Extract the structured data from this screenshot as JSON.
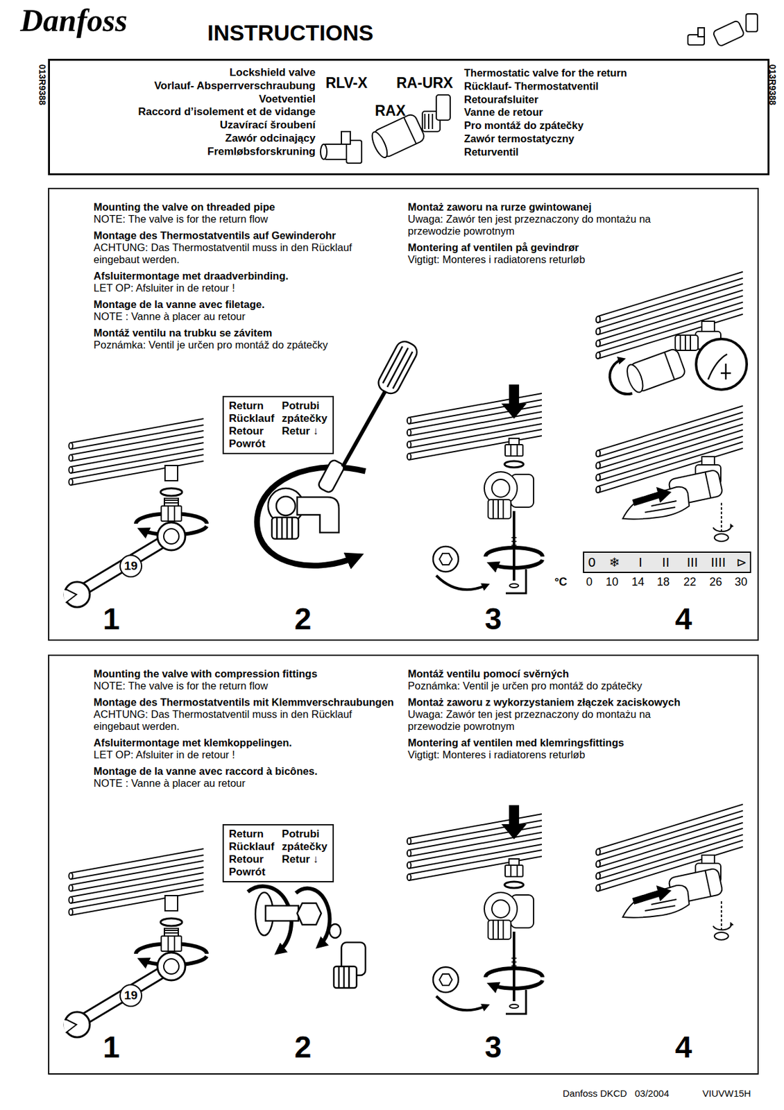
{
  "diagram": {
    "title": "INSTRUCTIONS",
    "nodes": [
      {
        "text": [
          "Lockshield valve",
          "Vorlauf- Absperrverschraubung",
          "Voetventiel",
          "Raccord d’isolement et de vidange",
          "Uzavírací šroubení",
          "Zawór odcinający",
          "Fremløbsforskruning",
          "RLV-X",
          "RA-URX",
          "RAX",
          "Thermostatic valve for the return",
          "Rücklauf- Thermostatventil",
          "Retourafsluiter",
          "Vanne de retour",
          "Pro montáž do zpátečky",
          "Zawór termostatyczny",
          "Returventil"
        ]
      },
      {
        "text": [
          "Mounting the valve on threaded pipe",
          "NOTE: The valve is for the return flow",
          "Montage des Thermostatventils auf Gewinderohr",
          "ACHTUNG: Das Thermostatventil muss in den Rücklauf eingebaut werden.",
          "Afsluitermontage met draadverbinding.",
          "LET OP: Afsluiter in de retour !",
          "Montage de la vanne avec filetage.",
          "NOTE : Vanne à placer au retour",
          "Montáž ventilu na trubku se závitem",
          "Poznámka: Ventil je určen pro montáž do zpátečky",
          "Montaż zaworu na rurze gwintowanej",
          "Uwaga: Zawór ten jest przeznaczony do montażu na przewodzie powrotnym",
          "Montering af ventilen på gevindrør",
          "Vigtigt: Monteres i radiatorens returløb"
        ]
      },
      {
        "text": [
          "Return Rücklauf Retour Powrót",
          "Potrubi zpátečky Retur ↓"
        ],
        "in": 1
      },
      {
        "text": [
          "19"
        ],
        "in": 1
      },
      {
        "text": [
          "0",
          "❄",
          "I",
          "II",
          "III",
          "IIII",
          "⊳"
        ],
        "in": 1
      },
      {
        "text": [
          "Mounting the valve with compression fittings",
          "NOTE: The valve is for the return flow",
          "Montage des Thermostatventils mit Klemmverschraubungen",
          "ACHTUNG: Das Thermostatventil muss in den Rücklauf eingebaut werden.",
          "Afsluitermontage met klemkoppelingen.",
          "LET OP: Afsluiter in de retour !",
          "Montage de la vanne avec raccord à bicônes.",
          "NOTE : Vanne à placer au retour",
          "Montáž ventilu pomocí svěrných",
          "Poznámka: Ventil je určen pro montáž do zpátečky",
          "Montaż zaworu z wykorzystaniem złączek zaciskowych",
          "Uwaga: Zawór ten jest przeznaczony do montażu na przewodzie powrotnym",
          "Montering af ventilen med klemringsfittings",
          "Vigtigt: Monteres i radiatorens returløb"
        ]
      },
      {
        "text": [
          "Return Rücklauf Retour Powrót",
          "Potrubi zpátečky Retur ↓"
        ],
        "in": 5
      },
      {
        "text": [
          "19"
        ],
        "in": 5
      }
    ],
    "labels": [
      "Danfoss",
      "013R9388",
      "013R9388",
      "1",
      "2",
      "3",
      "4",
      "°C",
      "0",
      "10",
      "14",
      "18",
      "22",
      "26",
      "30",
      "1",
      "2",
      "3",
      "4",
      "Danfoss DKCD",
      "03/2004",
      "VIUVW15H"
    ]
  }
}
